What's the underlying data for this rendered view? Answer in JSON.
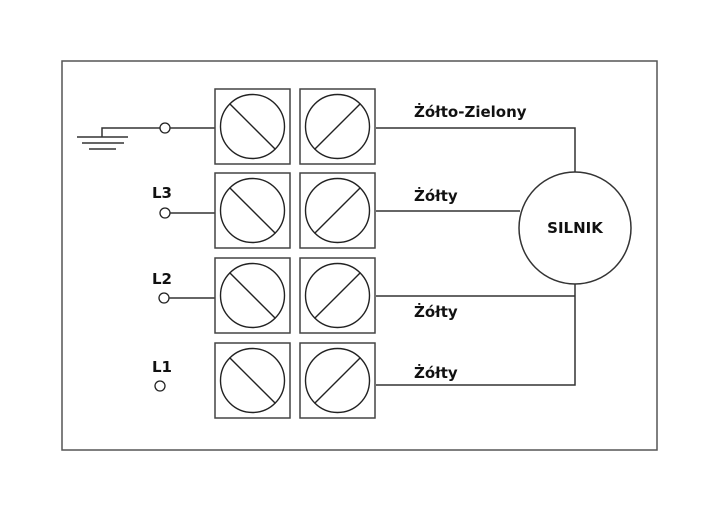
{
  "diagram": {
    "type": "wiring-diagram",
    "inputs": [
      {
        "id": "ground",
        "label": "",
        "icon": "ground-icon",
        "connected": true
      },
      {
        "id": "L3",
        "label": "L3",
        "connected": true
      },
      {
        "id": "L2",
        "label": "L2",
        "connected": true
      },
      {
        "id": "L1",
        "label": "L1",
        "connected": false
      }
    ],
    "terminal_rows": [
      {
        "left_slot": "diagonal-down",
        "right_slot": "diagonal-up",
        "wire_label": "Żółto-Zielony"
      },
      {
        "left_slot": "diagonal-down",
        "right_slot": "diagonal-up",
        "wire_label": "Żółty"
      },
      {
        "left_slot": "diagonal-down",
        "right_slot": "diagonal-up",
        "wire_label": "Żółty"
      },
      {
        "left_slot": "diagonal-down",
        "right_slot": "diagonal-up",
        "wire_label": "Żółty"
      }
    ],
    "motor": {
      "label": "SILNIK"
    },
    "colors": {
      "line": "#333333",
      "background": "#ffffff"
    }
  }
}
